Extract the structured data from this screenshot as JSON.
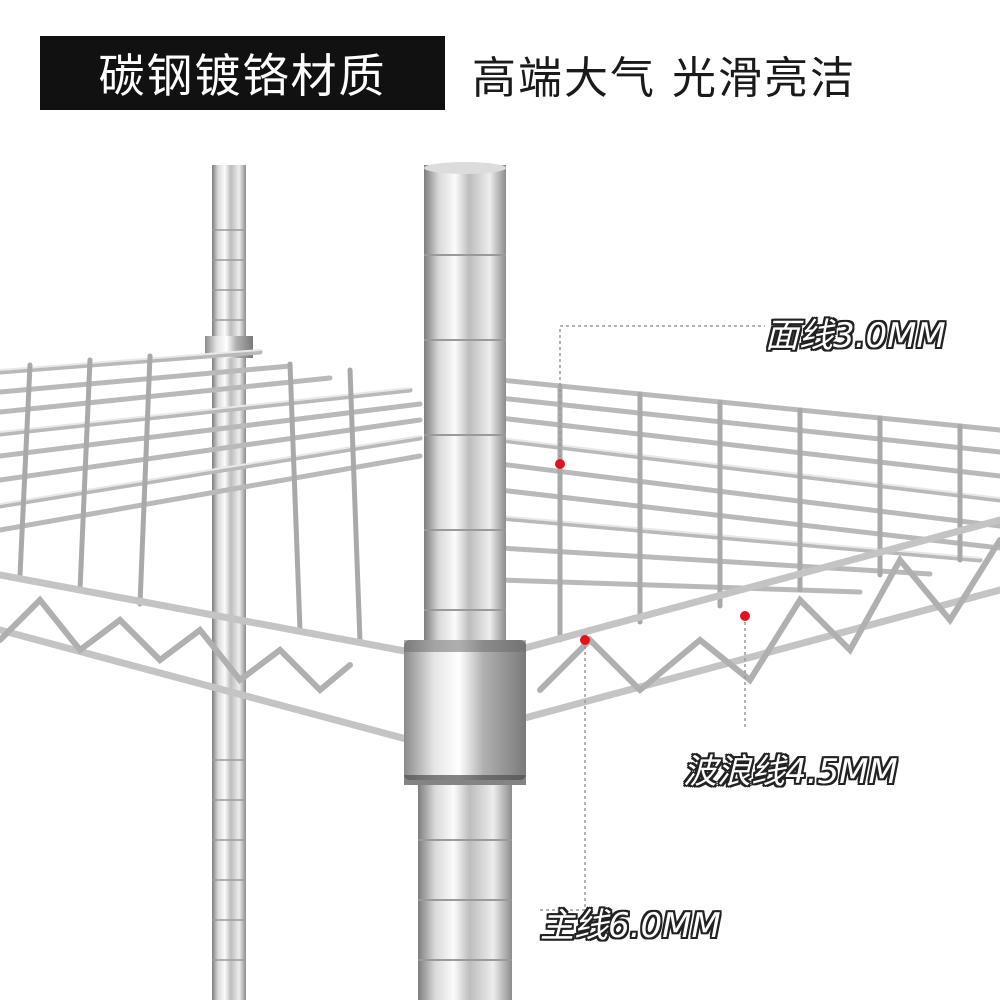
{
  "header": {
    "title": "碳钢镀铬材质",
    "subtitle": "高端大气  光滑亮洁"
  },
  "callouts": {
    "face_wire": "面线3.0MM",
    "wave_wire": "波浪线4.5MM",
    "main_wire": "主线6.0MM"
  },
  "colors": {
    "title_bg": "#111111",
    "marker": "#e0141e",
    "chrome_light": "#f4f4f4",
    "chrome_dark": "#8a8a8a"
  }
}
